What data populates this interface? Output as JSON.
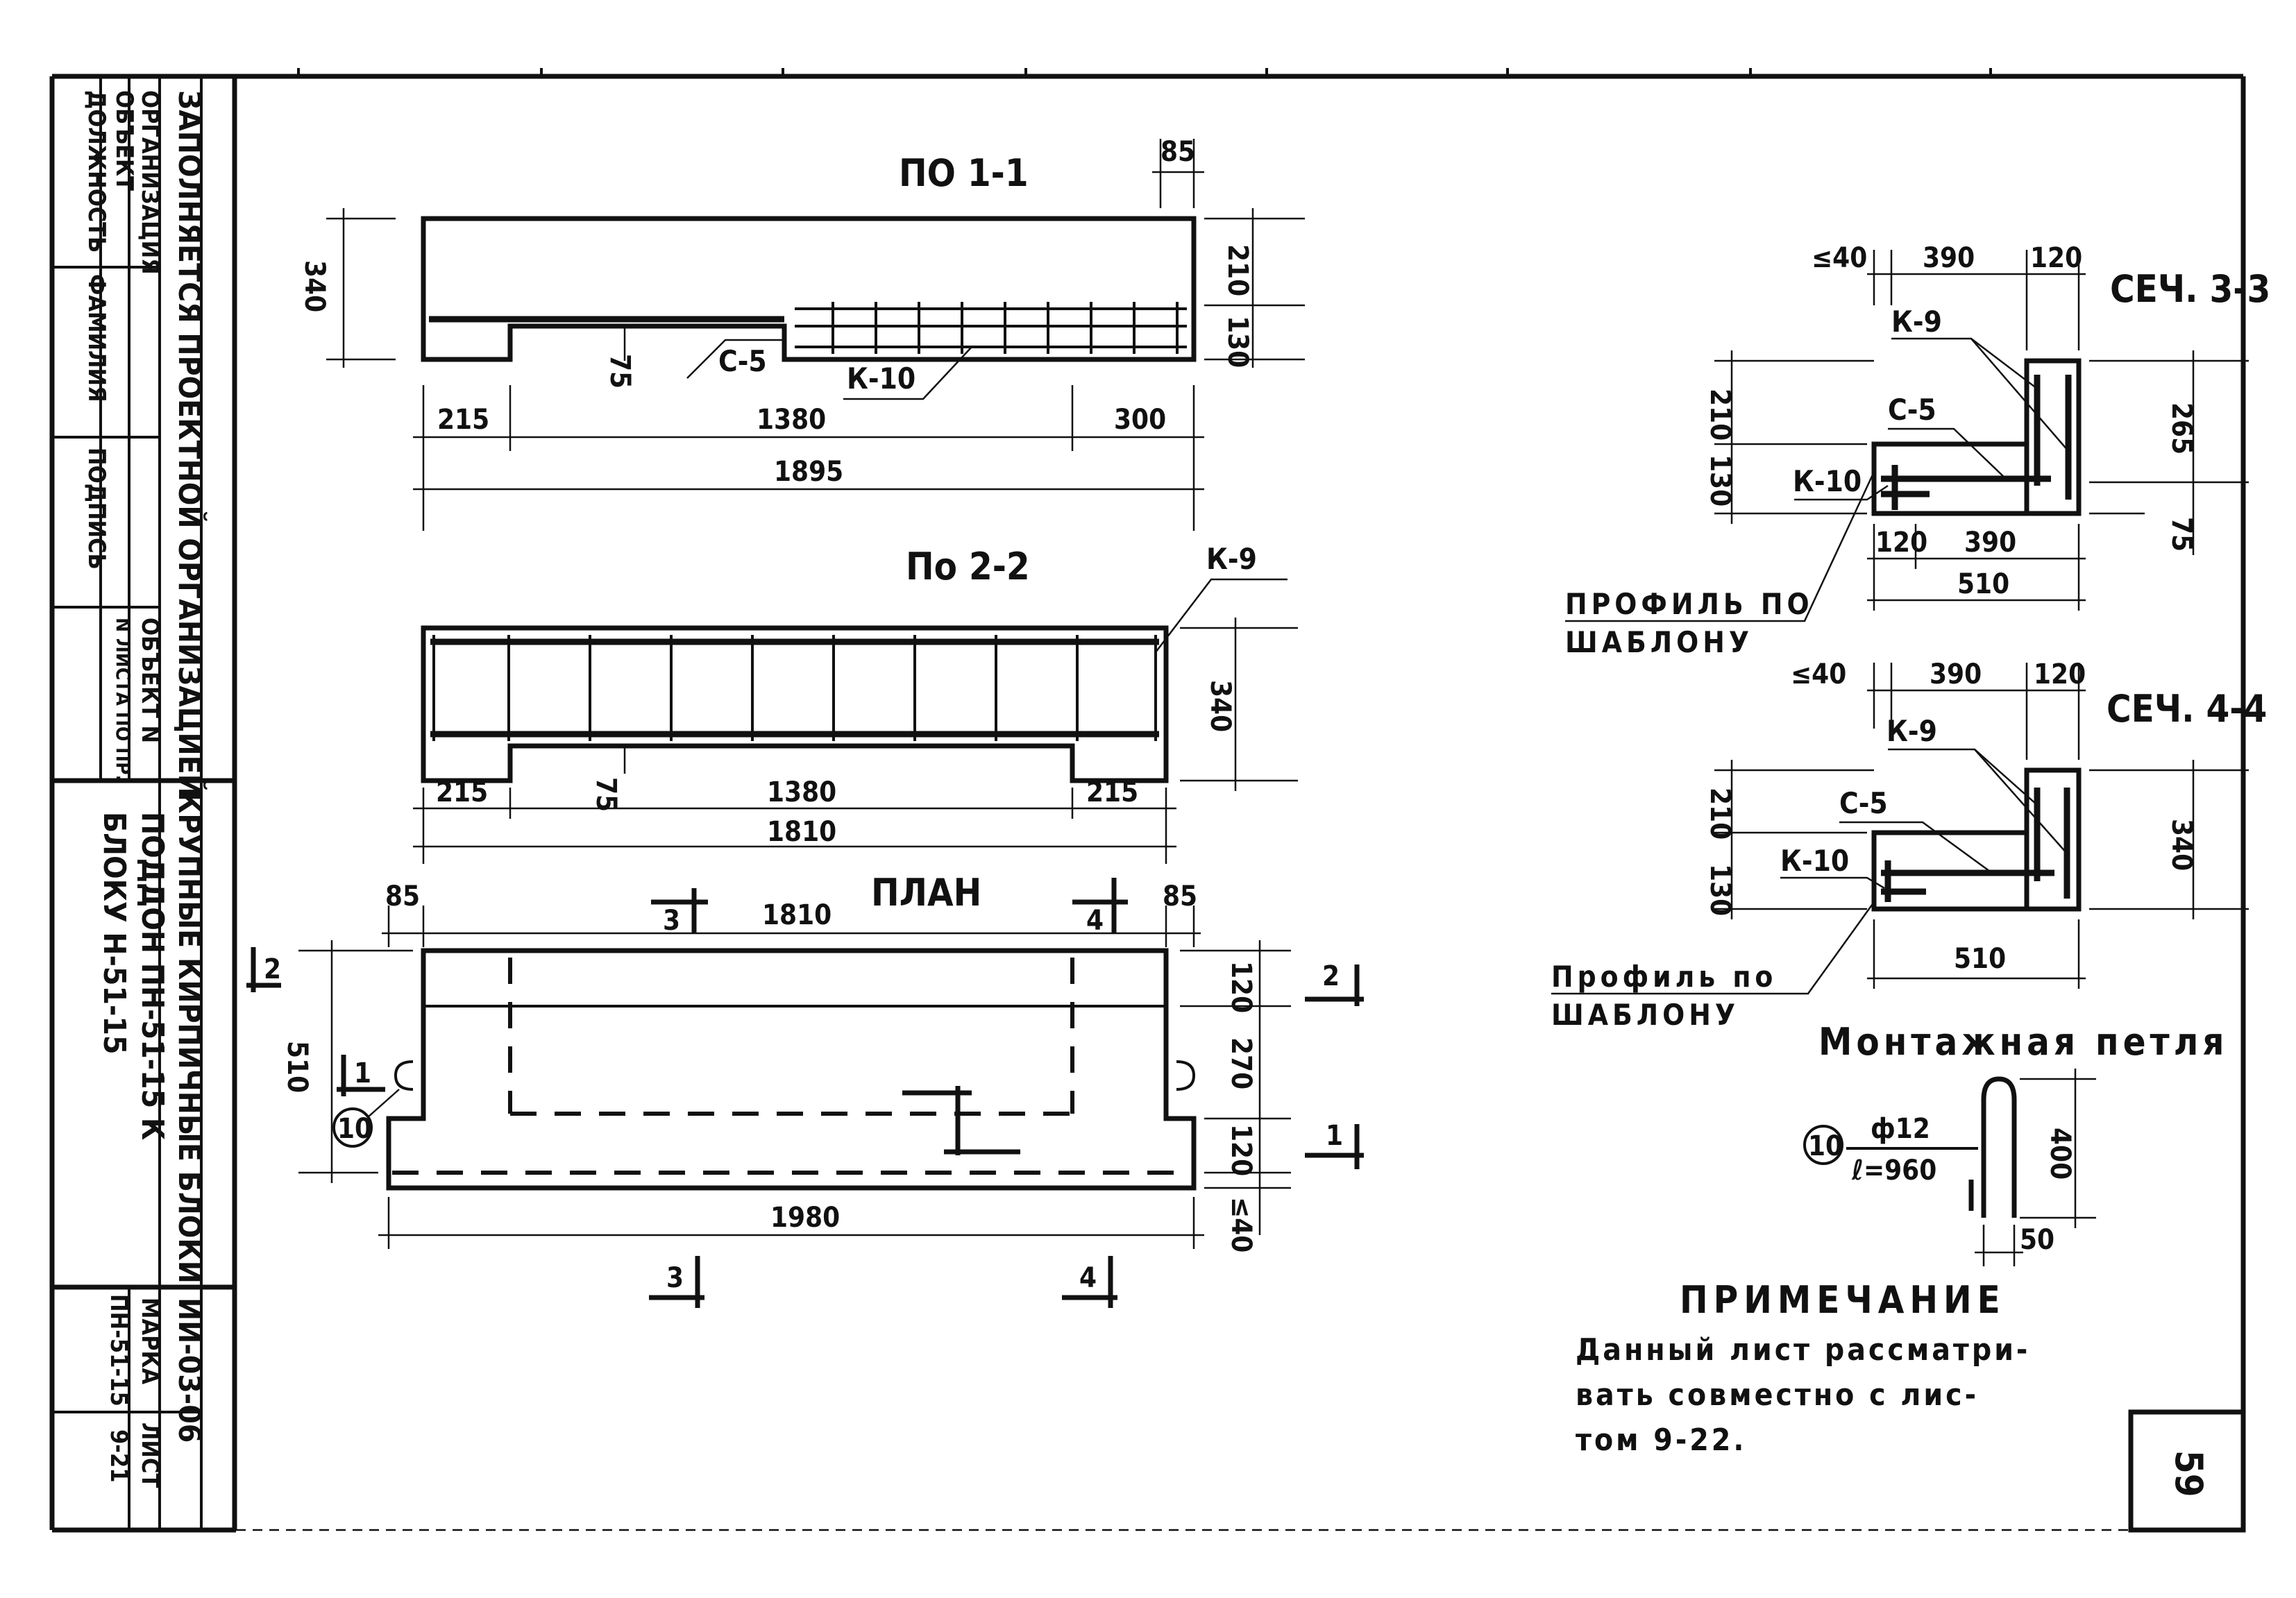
{
  "stamp": {
    "filled_by": "ЗАПОЛНЯЕТСЯ ПРОЕКТНОЙ ОРГАНИЗАЦИЕЙ",
    "organization": "ОРГАНИЗАЦИЯ",
    "object": "ОБЪЕКТ",
    "position": "ДОЛЖНОСТЬ",
    "surname": "ФАМИЛИЯ",
    "signature": "ПОДПИСЬ",
    "object_no": "ОБЪЕКТ N",
    "sheet_no_by_order": "N ЛИСТА ПО ПР.",
    "series_title": "КРУПНЫЕ КИРПИЧНЫЕ БЛОКИ",
    "series_code": "ИИ-03-06",
    "item_line1": "ПОДДОН ПН-51-15 К",
    "item_line2": "БЛОКУ Н-51-15",
    "mark_header": "МАРКА",
    "mark_value": "ПН-51-15",
    "sheet_header": "ЛИСТ",
    "sheet_value": "9-21",
    "page_number": "59"
  },
  "views": {
    "section_1_1": {
      "title": "ПО 1-1",
      "dims": {
        "top_right": "85",
        "height": "340",
        "upper": "210",
        "lower": "130",
        "notch": "75",
        "left": "215",
        "middle": "1380",
        "right": "300",
        "total": "1895"
      },
      "labels": {
        "c5": "С-5",
        "k10": "К-10"
      }
    },
    "section_2_2": {
      "title": "По 2-2",
      "dims": {
        "height": "340",
        "notch": "75",
        "left": "215",
        "middle": "1380",
        "right": "215",
        "total": "1810"
      },
      "labels": {
        "k9": "К-9"
      }
    },
    "plan": {
      "title": "ПЛАН",
      "dims": {
        "left_offset": "85",
        "right_offset": "85",
        "top_length": "1810",
        "width": "510",
        "d120a": "120",
        "d270": "270",
        "d120b": "120",
        "bottom_tol": "≤40",
        "bottom_length": "1980"
      },
      "cut_marks": {
        "c1": "1",
        "c2": "2",
        "c3": "3",
        "c4": "4"
      },
      "loop_callout": "10"
    },
    "section_3_3": {
      "title": "СЕЧ. 3-3",
      "dims": {
        "tol": "≤40",
        "top_mid": "390",
        "top_right": "120",
        "h210": "210",
        "h130": "130",
        "h265": "265",
        "h75": "75",
        "b120": "120",
        "b390": "390",
        "b510": "510"
      },
      "labels": {
        "k9": "К-9",
        "c5": "С-5",
        "k10": "К-10"
      },
      "profile_note_line1": "ПРОФИЛЬ ПО",
      "profile_note_line2": "ШАБЛОНУ"
    },
    "section_4_4": {
      "title": "СЕЧ. 4-4",
      "dims": {
        "tol": "≤40",
        "top_mid": "390",
        "top_right": "120",
        "h210": "210",
        "h130": "130",
        "h340": "340",
        "b510": "510"
      },
      "labels": {
        "k9": "К-9",
        "c5": "С-5",
        "k10": "К-10"
      },
      "profile_note_line1": "Профиль по",
      "profile_note_line2": "ШАБЛОНУ"
    },
    "loop": {
      "title": "Монтажная петля",
      "callout": "10",
      "bar": "ф12",
      "length": "ℓ=960",
      "height": "400",
      "width": "50"
    }
  },
  "note": {
    "heading": "ПРИМЕЧАНИЕ",
    "line1": "Данный лист рассматри-",
    "line2": "вать совместно с лис-",
    "line3": "том 9-22."
  }
}
